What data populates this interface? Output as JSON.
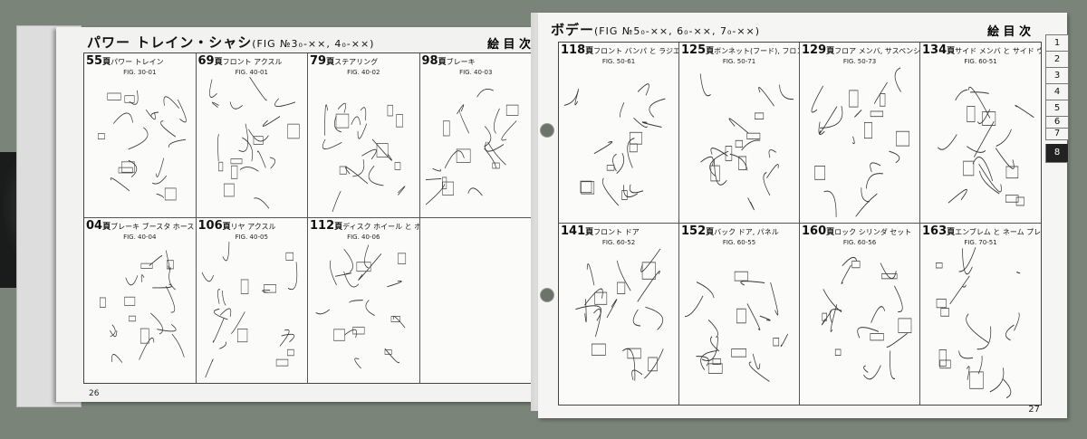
{
  "left_page": {
    "title": "パワー トレイン・シャシ",
    "fig_range": "(FIG №3₀-××, 4₀-××)",
    "toc_mark": "絵 目 次",
    "page_number": "26",
    "cells": [
      {
        "page_num": "55",
        "pg": "頁",
        "name": "パワー トレイン",
        "fig": "FIG. 30-01"
      },
      {
        "page_num": "69",
        "pg": "頁",
        "name": "フロント アクスル",
        "fig": "FIG. 40-01"
      },
      {
        "page_num": "79",
        "pg": "頁",
        "name": "ステアリング",
        "fig": "FIG. 40-02"
      },
      {
        "page_num": "98",
        "pg": "頁",
        "name": "ブレーキ",
        "fig": "FIG. 40-03"
      },
      {
        "page_num": "04",
        "pg": "頁",
        "name": "ブレーキ ブースタ ホース",
        "fig": "FIG. 40-04"
      },
      {
        "page_num": "106",
        "pg": "頁",
        "name": "リヤ アクスル",
        "fig": "FIG. 40-05"
      },
      {
        "page_num": "112",
        "pg": "頁",
        "name": "ディスク ホイール と ホイール キャップ",
        "fig": "FIG. 40-06"
      },
      {
        "page_num": "",
        "pg": "",
        "name": "",
        "fig": ""
      }
    ]
  },
  "right_page": {
    "title": "ボデー",
    "fig_range": "(FIG №5₀-××, 6₀-××, 7₀-××)",
    "toc_mark": "絵 目 次",
    "page_number": "27",
    "cells": [
      {
        "page_num": "118",
        "pg": "頁",
        "name": "フロント バンパ と ラジエータ グリル",
        "fig": "FIG. 50-61"
      },
      {
        "page_num": "125",
        "pg": "頁",
        "name": "ボンネット(フード), フロント フエンダ と スポイラ",
        "fig": "FIG. 50-71"
      },
      {
        "page_num": "129",
        "pg": "頁",
        "name": "フロア メンバ, サスペンション クロスメンバ と アンダカバー",
        "fig": "FIG. 50-73"
      },
      {
        "page_num": "134",
        "pg": "頁",
        "name": "サイド メンバ と サイド ウインドウ",
        "fig": "FIG. 60-51"
      },
      {
        "page_num": "141",
        "pg": "頁",
        "name": "フロント ドア",
        "fig": "FIG. 60-52"
      },
      {
        "page_num": "152",
        "pg": "頁",
        "name": "バック ドア, パネル",
        "fig": "FIG. 60-55"
      },
      {
        "page_num": "160",
        "pg": "頁",
        "name": "ロック シリンダ セット",
        "fig": "FIG. 60-56"
      },
      {
        "page_num": "163",
        "pg": "頁",
        "name": "エンブレム と ネーム プレート",
        "fig": "FIG. 70-51"
      }
    ]
  },
  "tabs": [
    "1",
    "2",
    "3",
    "4",
    "5",
    "6",
    "7",
    "8"
  ]
}
